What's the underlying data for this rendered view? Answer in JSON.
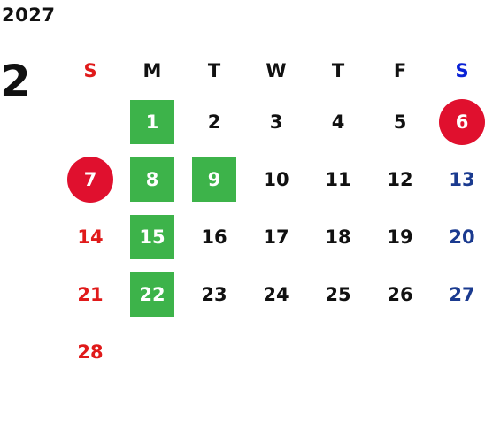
{
  "year": "2027",
  "month": "2",
  "colors": {
    "sunday": "#e01a1a",
    "saturday": "#1a3a8f",
    "holiday_mark": "#e0102e",
    "highlight_mark": "#3db34a"
  },
  "weekdays": [
    {
      "label": "S",
      "color": "red"
    },
    {
      "label": "M",
      "color": "black"
    },
    {
      "label": "T",
      "color": "black"
    },
    {
      "label": "W",
      "color": "black"
    },
    {
      "label": "T",
      "color": "black"
    },
    {
      "label": "F",
      "color": "black"
    },
    {
      "label": "S",
      "color": "hdr-blue"
    }
  ],
  "days": [
    {
      "label": "1",
      "col": 2,
      "row": 1,
      "color": "white",
      "mark": "green"
    },
    {
      "label": "2",
      "col": 3,
      "row": 1,
      "color": "black",
      "mark": ""
    },
    {
      "label": "3",
      "col": 4,
      "row": 1,
      "color": "black",
      "mark": ""
    },
    {
      "label": "4",
      "col": 5,
      "row": 1,
      "color": "black",
      "mark": ""
    },
    {
      "label": "5",
      "col": 6,
      "row": 1,
      "color": "black",
      "mark": ""
    },
    {
      "label": "6",
      "col": 7,
      "row": 1,
      "color": "white",
      "mark": "red"
    },
    {
      "label": "7",
      "col": 1,
      "row": 2,
      "color": "white",
      "mark": "red"
    },
    {
      "label": "8",
      "col": 2,
      "row": 2,
      "color": "white",
      "mark": "green"
    },
    {
      "label": "9",
      "col": 3,
      "row": 2,
      "color": "white",
      "mark": "green"
    },
    {
      "label": "10",
      "col": 4,
      "row": 2,
      "color": "black",
      "mark": ""
    },
    {
      "label": "11",
      "col": 5,
      "row": 2,
      "color": "black",
      "mark": ""
    },
    {
      "label": "12",
      "col": 6,
      "row": 2,
      "color": "black",
      "mark": ""
    },
    {
      "label": "13",
      "col": 7,
      "row": 2,
      "color": "blue",
      "mark": ""
    },
    {
      "label": "14",
      "col": 1,
      "row": 3,
      "color": "red",
      "mark": ""
    },
    {
      "label": "15",
      "col": 2,
      "row": 3,
      "color": "white",
      "mark": "green"
    },
    {
      "label": "16",
      "col": 3,
      "row": 3,
      "color": "black",
      "mark": ""
    },
    {
      "label": "17",
      "col": 4,
      "row": 3,
      "color": "black",
      "mark": ""
    },
    {
      "label": "18",
      "col": 5,
      "row": 3,
      "color": "black",
      "mark": ""
    },
    {
      "label": "19",
      "col": 6,
      "row": 3,
      "color": "black",
      "mark": ""
    },
    {
      "label": "20",
      "col": 7,
      "row": 3,
      "color": "blue",
      "mark": ""
    },
    {
      "label": "21",
      "col": 1,
      "row": 4,
      "color": "red",
      "mark": ""
    },
    {
      "label": "22",
      "col": 2,
      "row": 4,
      "color": "white",
      "mark": "green"
    },
    {
      "label": "23",
      "col": 3,
      "row": 4,
      "color": "black",
      "mark": ""
    },
    {
      "label": "24",
      "col": 4,
      "row": 4,
      "color": "black",
      "mark": ""
    },
    {
      "label": "25",
      "col": 5,
      "row": 4,
      "color": "black",
      "mark": ""
    },
    {
      "label": "26",
      "col": 6,
      "row": 4,
      "color": "black",
      "mark": ""
    },
    {
      "label": "27",
      "col": 7,
      "row": 4,
      "color": "blue",
      "mark": ""
    },
    {
      "label": "28",
      "col": 1,
      "row": 5,
      "color": "red",
      "mark": ""
    }
  ]
}
